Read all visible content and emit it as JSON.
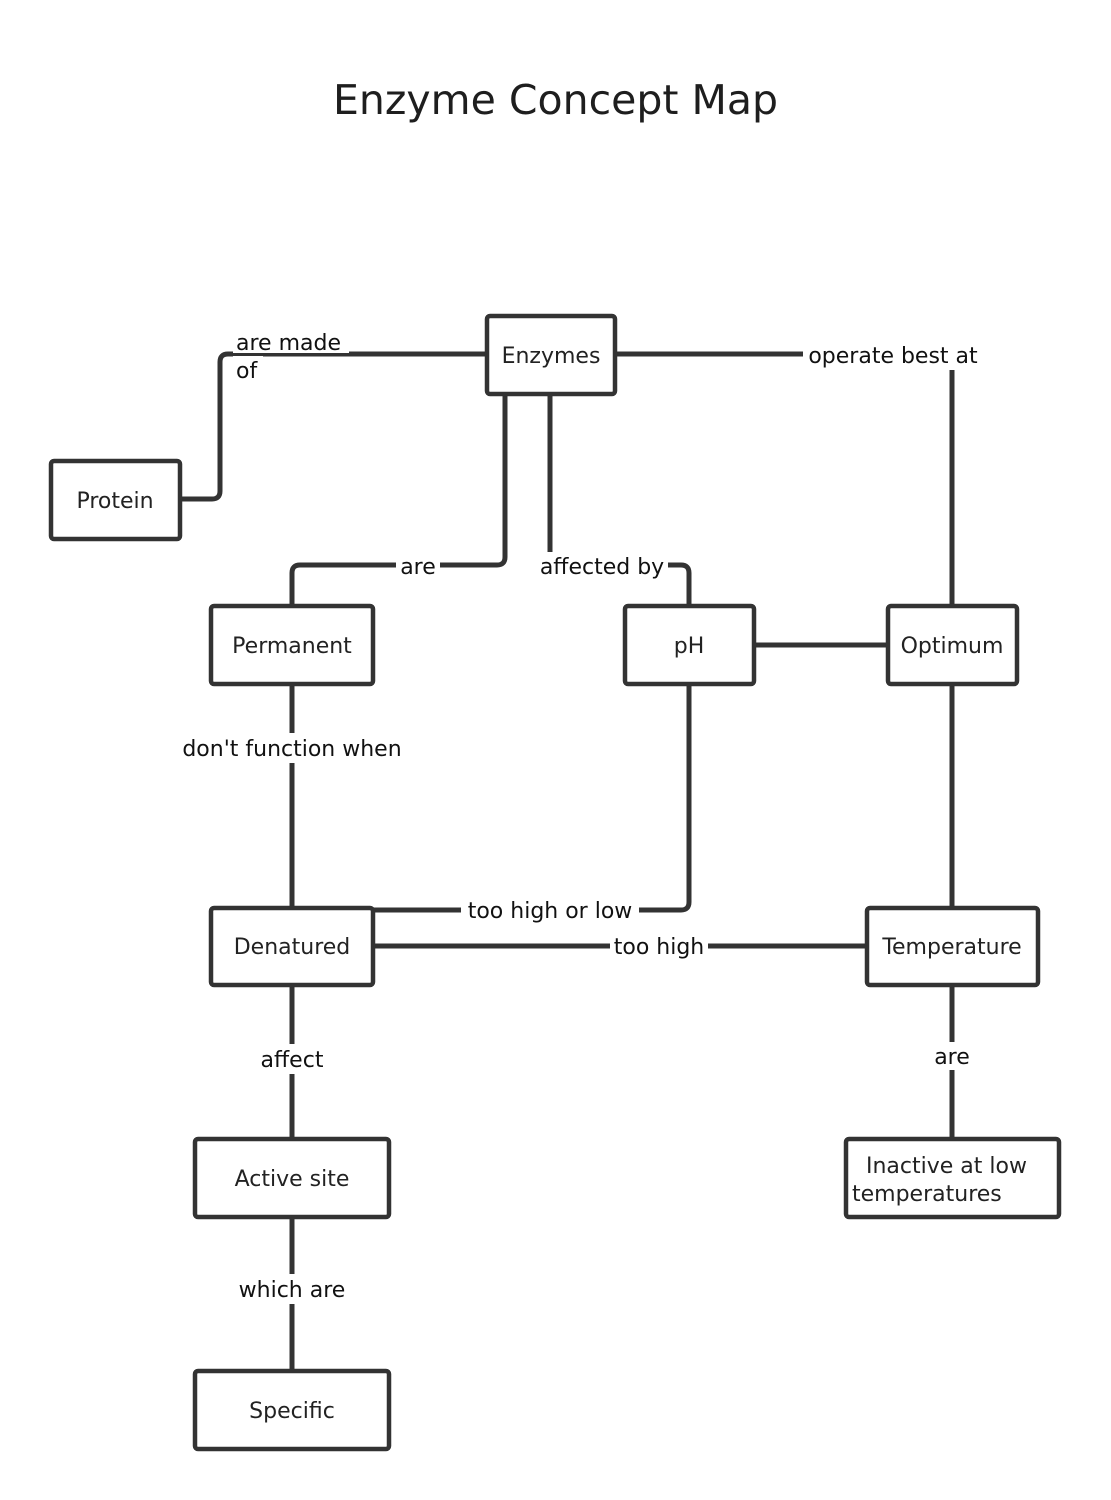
{
  "title": "Enzyme Concept Map",
  "nodes": {
    "enzymes": "Enzymes",
    "protein": "Protein",
    "permanent": "Permanent",
    "ph": "pH",
    "optimum": "Optimum",
    "denatured": "Denatured",
    "temperature": "Temperature",
    "active_site": "Active site",
    "inactive_line1": "Inactive at low",
    "inactive_line2": "temperatures",
    "specific": "Specific"
  },
  "links": {
    "are_made_of_line1": "are made",
    "are_made_of_line2": "of",
    "operate_best_at": "operate best at",
    "are_permanent": "are",
    "affected_by": "affected by",
    "dont_function_when": "don't function when",
    "too_high_or_low": "too high or low",
    "too_high": "too high",
    "affect": "affect",
    "are_inactive": "are",
    "which_are": "which are"
  },
  "colors": {
    "stroke": "#333333",
    "text": "#1e1e1e",
    "background": "#ffffff"
  }
}
